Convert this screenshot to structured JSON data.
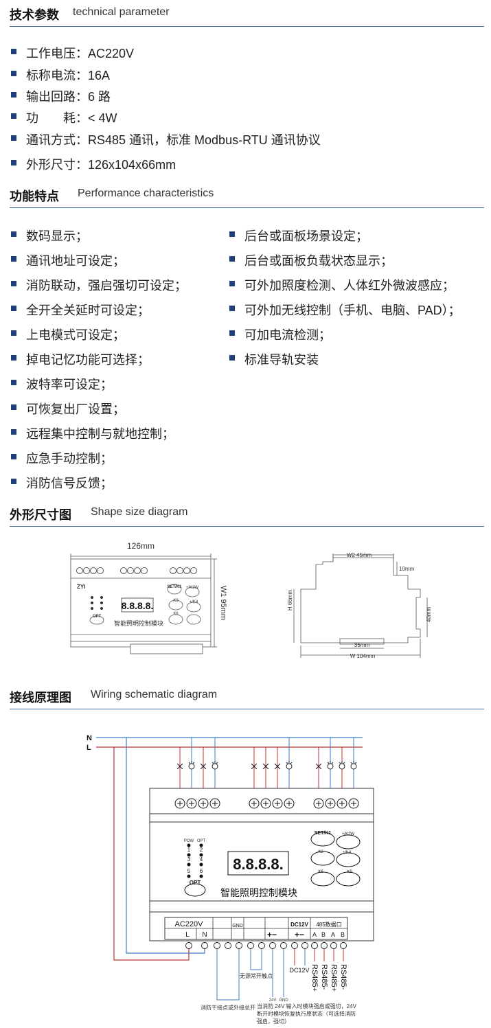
{
  "tech": {
    "title_cn": "技术参数",
    "title_en": "technical parameter",
    "items": [
      "工作电压：AC220V",
      "标称电流：16A",
      "输出回路：6 路",
      "功　　耗：< 4W",
      "通讯方式：RS485 通讯，标准 Modbus-RTU 通讯协议",
      "外形尺寸：126x104x66mm"
    ]
  },
  "perf": {
    "title_cn": "功能特点",
    "title_en": "Performance  characteristics",
    "left": [
      "数码显示；",
      "通讯地址可设定；",
      "消防联动，强启强切可设定；",
      "全开全关延时可设定；",
      "上电模式可设定；",
      "掉电记忆功能可选择；",
      "波特率可设定；",
      "可恢复出厂设置；",
      "远程集中控制与就地控制；",
      "应急手动控制；",
      "消防信号反馈；"
    ],
    "right": [
      "后台或面板场景设定；",
      "后台或面板负载状态显示；",
      "可外加照度检测、人体红外微波感应；",
      "可外加无线控制（手机、电脑、PAD）；",
      "可加电流检测；",
      "标准导轨安装"
    ]
  },
  "shape": {
    "title_cn": "外形尺寸图",
    "title_en": "Shape size diagram",
    "width_label": "126mm",
    "height_label": "W1   95mm",
    "device_name": "智能照明控制模块",
    "display": "8.8.8.8.",
    "btn_set": "SET/K1",
    "btn_k2w": "+/K2W",
    "btn_k3": "K3",
    "btn_k4": "+/K4",
    "btn_k6": "K6",
    "btn_opt": "OPT",
    "brand": "ZYI",
    "w2": "W2  45mm",
    "d10": "10mm",
    "h": "H   66mm",
    "d40": "40mm",
    "d35": "35mm",
    "w": "W    104mm"
  },
  "wiring": {
    "title_cn": "接线原理图",
    "title_en": "Wiring schematic diagram",
    "n": "N",
    "l": "L",
    "module_name": "智能照明控制模块",
    "pow": "POW",
    "opt_small": "OPT",
    "opt": "OPT",
    "set": "SET/K1",
    "k2w": "+/K2W",
    "k3": "K3",
    "k4": "+/K4",
    "k6": "K6",
    "k6b": "K6",
    "nums": [
      "1",
      "2",
      "3",
      "4",
      "5",
      "6"
    ],
    "ac": "AC220V",
    "ac_l": "L",
    "ac_n": "N",
    "gnd": "GND",
    "dc12": "DC12V",
    "rs485": "485数据口",
    "ab": [
      "A",
      "B",
      "A",
      "B"
    ],
    "dc12_label": "DC12V",
    "rs_labels": [
      "RS485+",
      "RS485-",
      "RS485+",
      "RS485-"
    ],
    "note_dry": "无源常开触点",
    "note_fire": "消防干接点或外接总开",
    "v24": "24V",
    "gnd_small": "GND",
    "note_24v": [
      "当消防 24V 输入时模块强启或强切，24V",
      "断开时模块恢复执行原状态（可选择消防",
      "强启，强切）"
    ]
  }
}
